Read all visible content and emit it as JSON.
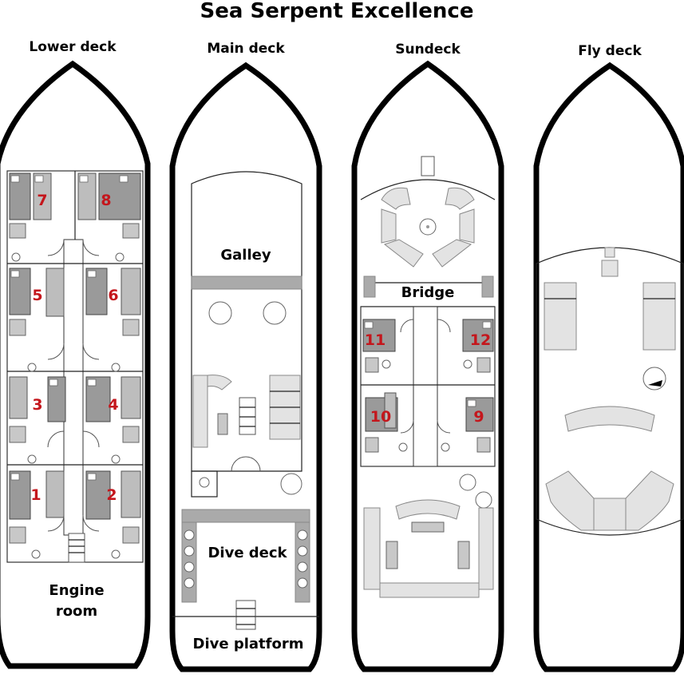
{
  "title": "Sea Serpent Excellence",
  "decks": [
    {
      "name": "Lower deck",
      "rooms": [
        "Engine",
        "room"
      ],
      "cabins": [
        "7",
        "8",
        "5",
        "6",
        "3",
        "4",
        "1",
        "2"
      ]
    },
    {
      "name": "Main deck",
      "rooms": [
        "Galley",
        "Dive deck",
        "Dive platform"
      ]
    },
    {
      "name": "Sundeck",
      "rooms": [
        "Bridge"
      ],
      "cabins": [
        "11",
        "12",
        "10",
        "9"
      ]
    },
    {
      "name": "Fly deck"
    }
  ],
  "colors": {
    "cabin_number": "#c4161c",
    "hull": "#000000",
    "furniture": "#9a9a9a"
  }
}
